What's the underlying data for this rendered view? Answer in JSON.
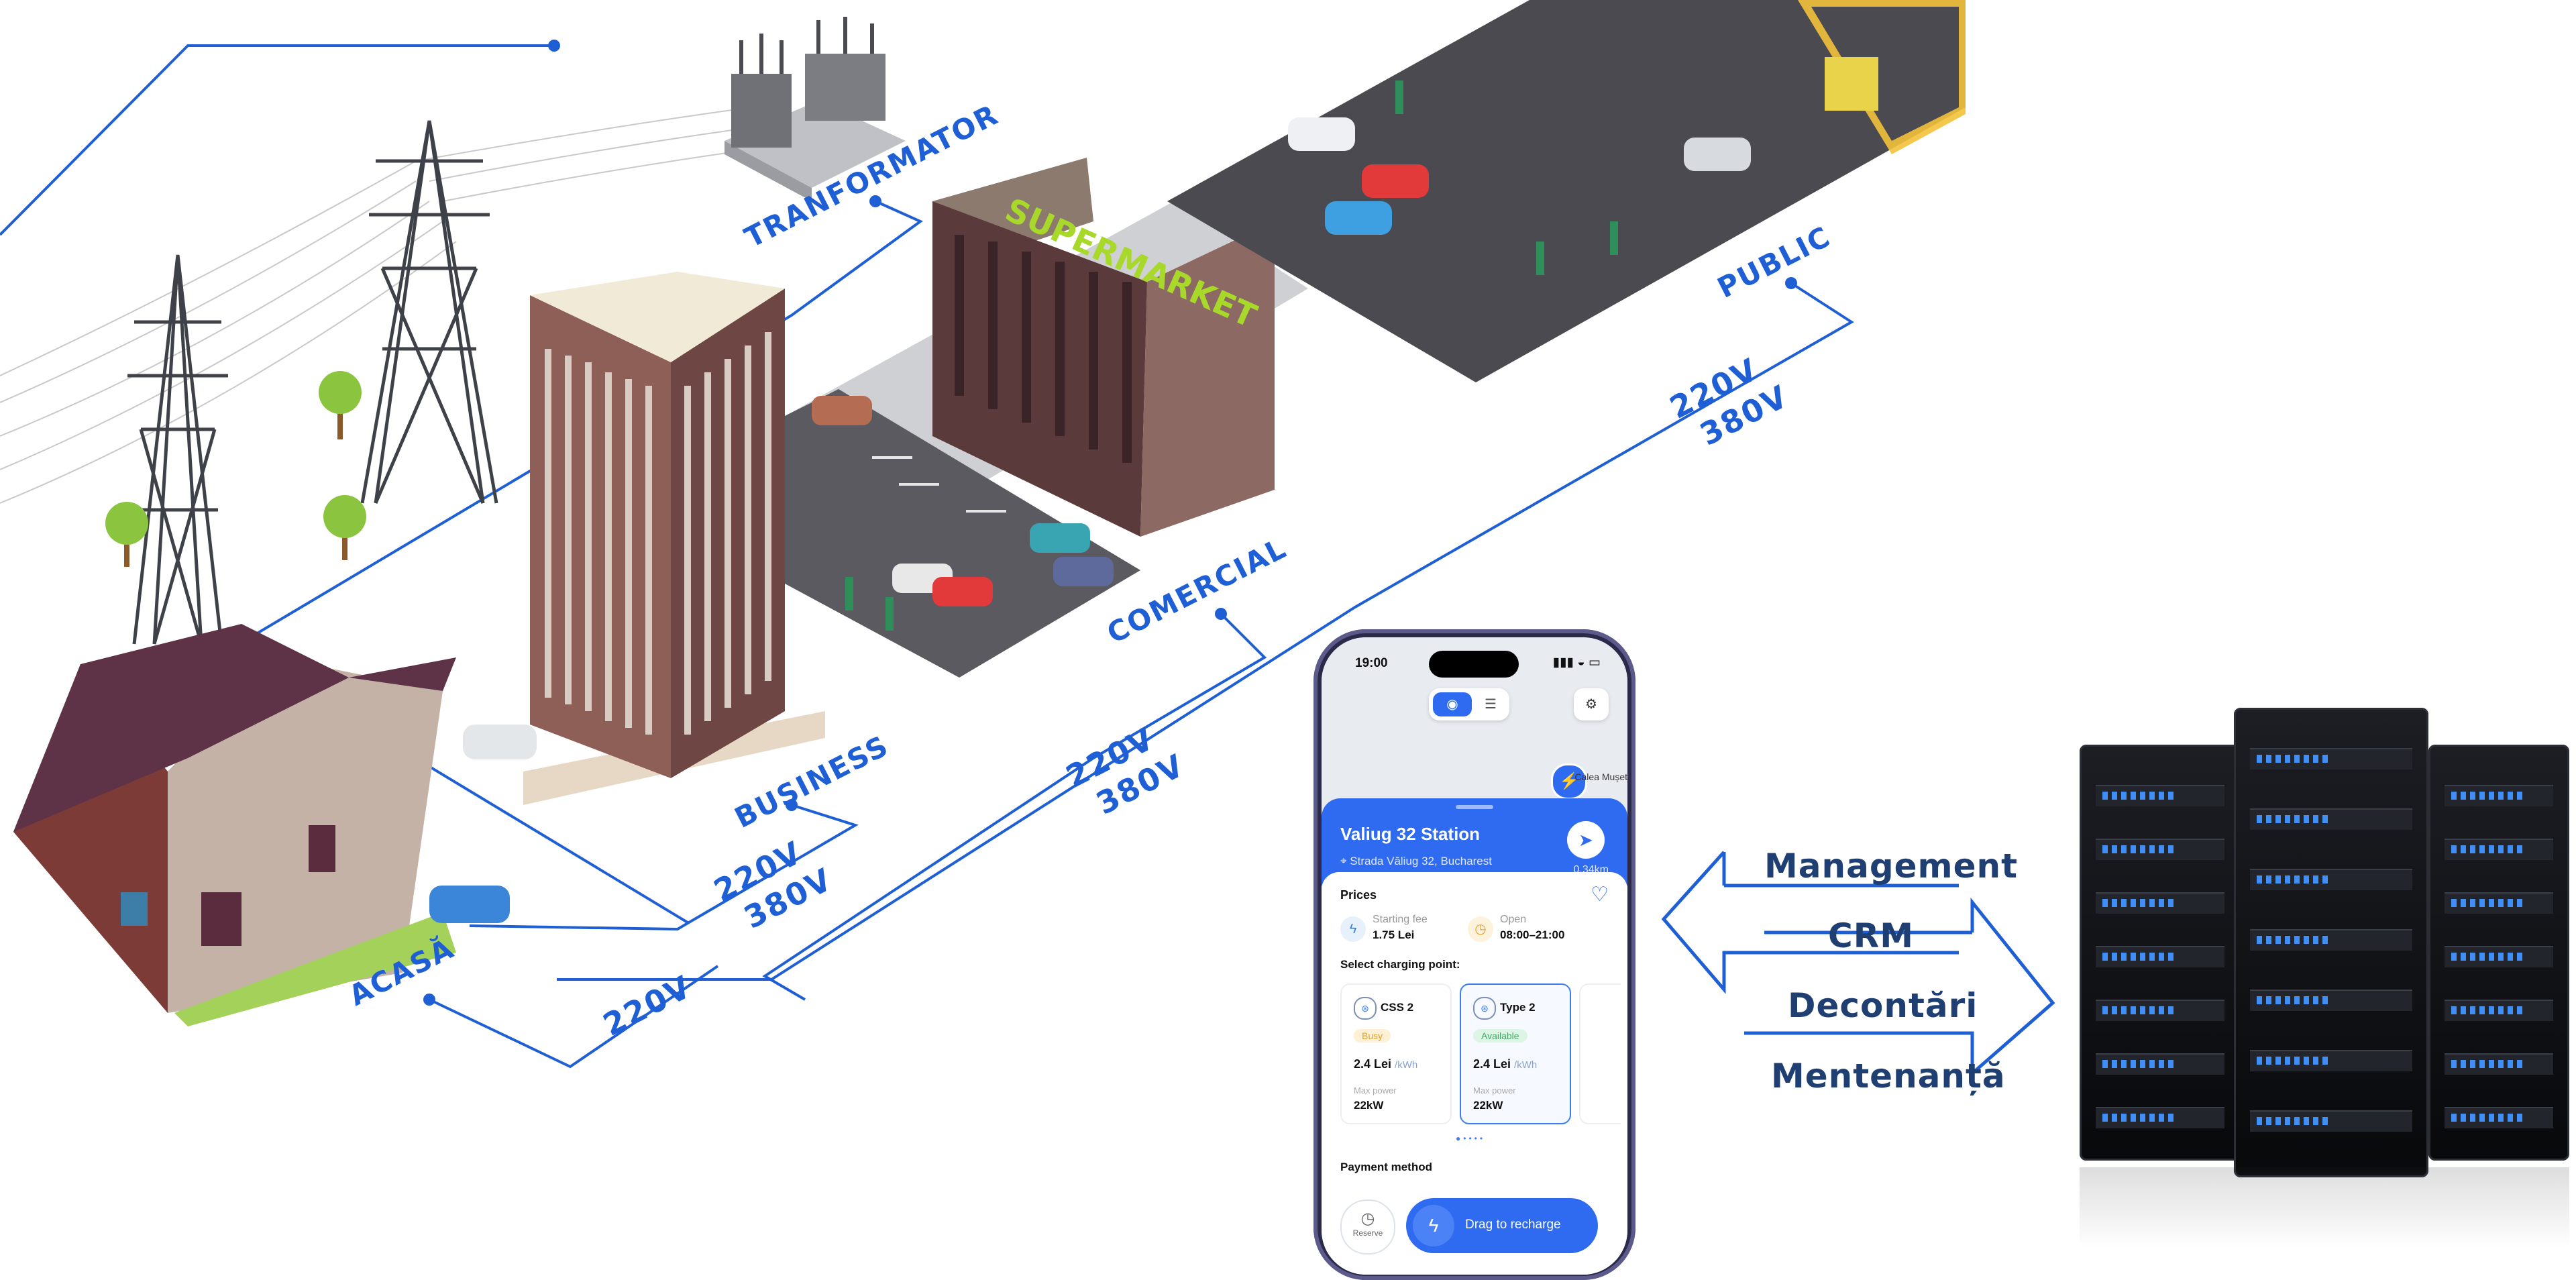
{
  "colors": {
    "accent": "#2f6bf0",
    "line_blue": "#1f5fd6",
    "arrow_text": "#1f3e72"
  },
  "scene_labels": {
    "transformer": "TRANFORMATOR",
    "public": "PUBLIC",
    "comercial": "COMERCIAL",
    "business": "BUSINESS",
    "home": "ACASĂ",
    "supermarket_sign": "SUPERMARKET"
  },
  "voltages": {
    "v220": "220V",
    "v380": "380V"
  },
  "phone": {
    "status_time": "19:00",
    "map_street": "Calea Mușet",
    "station_name": "Valiug 32 Station",
    "station_address": "Strada Văliug 32,  Bucharest",
    "distance": "0.34km",
    "prices_title": "Prices",
    "starting_fee_label": "Starting fee",
    "starting_fee_value": "1.75 Lei",
    "open_label": "Open",
    "open_value": "08:00–21:00",
    "select_title": "Select charging point:",
    "points": [
      {
        "name": "CSS 2",
        "status": "Busy",
        "price": "2.4 Lei",
        "unit": "/kWh",
        "max_power_label": "Max power",
        "power": "22kW"
      },
      {
        "name": "Type 2",
        "status": "Available",
        "price": "2.4 Lei",
        "unit": "/kWh",
        "max_power_label": "Max power",
        "power": "22kW"
      }
    ],
    "payment_title": "Payment method",
    "reserve_label": "Reserve",
    "drag_label": "Drag to recharge"
  },
  "arrows": [
    "Management",
    "CRM",
    "Decontări",
    "Mentenanță"
  ],
  "icons": [
    "location-icon",
    "list-icon",
    "filter-icon",
    "charging-pin-icon",
    "navigate-icon",
    "heart-icon",
    "bolt-icon",
    "clock-icon",
    "connector-icon"
  ]
}
